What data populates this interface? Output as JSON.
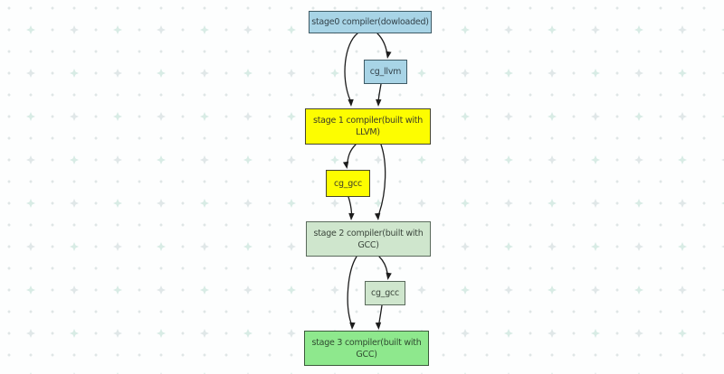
{
  "diagram": {
    "nodes": [
      {
        "id": "stage0",
        "label": "stage0 compiler(dowloaded)",
        "fill": "#a8d4e6",
        "border": "#3f5b66",
        "text_color": "#33424a"
      },
      {
        "id": "cg_llvm",
        "label": "cg_llvm",
        "fill": "#a8d4e6",
        "border": "#3f5b66",
        "text_color": "#33424a"
      },
      {
        "id": "stage1",
        "label": "stage 1 compiler(built with LLVM)",
        "fill": "#fdfd00",
        "border": "#46462e",
        "text_color": "#3c3c28"
      },
      {
        "id": "cg_gcc_1",
        "label": "cg_gcc",
        "fill": "#fdfd00",
        "border": "#46462e",
        "text_color": "#3c3c28"
      },
      {
        "id": "stage2",
        "label": "stage 2 compiler(built with GCC)",
        "fill": "#cfe6cd",
        "border": "#5a6a5c",
        "text_color": "#3a453b"
      },
      {
        "id": "cg_gcc_2",
        "label": "cg_gcc",
        "fill": "#cfe6cd",
        "border": "#5a6a5c",
        "text_color": "#3a453b"
      },
      {
        "id": "stage3",
        "label": "stage 3 compiler(built with GCC)",
        "fill": "#8ee88d",
        "border": "#3c5a3c",
        "text_color": "#2f4a30"
      }
    ],
    "edges": [
      {
        "from": "stage0",
        "to": "stage1"
      },
      {
        "from": "stage0",
        "to": "cg_llvm"
      },
      {
        "from": "cg_llvm",
        "to": "stage1"
      },
      {
        "from": "stage1",
        "to": "cg_gcc_1"
      },
      {
        "from": "stage1",
        "to": "stage2"
      },
      {
        "from": "cg_gcc_1",
        "to": "stage2"
      },
      {
        "from": "stage2",
        "to": "stage3"
      },
      {
        "from": "stage2",
        "to": "cg_gcc_2"
      },
      {
        "from": "cg_gcc_2",
        "to": "stage3"
      }
    ],
    "edge_color": "#1c1c1c",
    "background": {
      "base": "#fdfefe",
      "plus_colors": [
        "#d8ece5",
        "#c3e2d7",
        "#e0e7e8",
        "#b3dbcc"
      ],
      "dot_color": "#dce4e4"
    }
  }
}
